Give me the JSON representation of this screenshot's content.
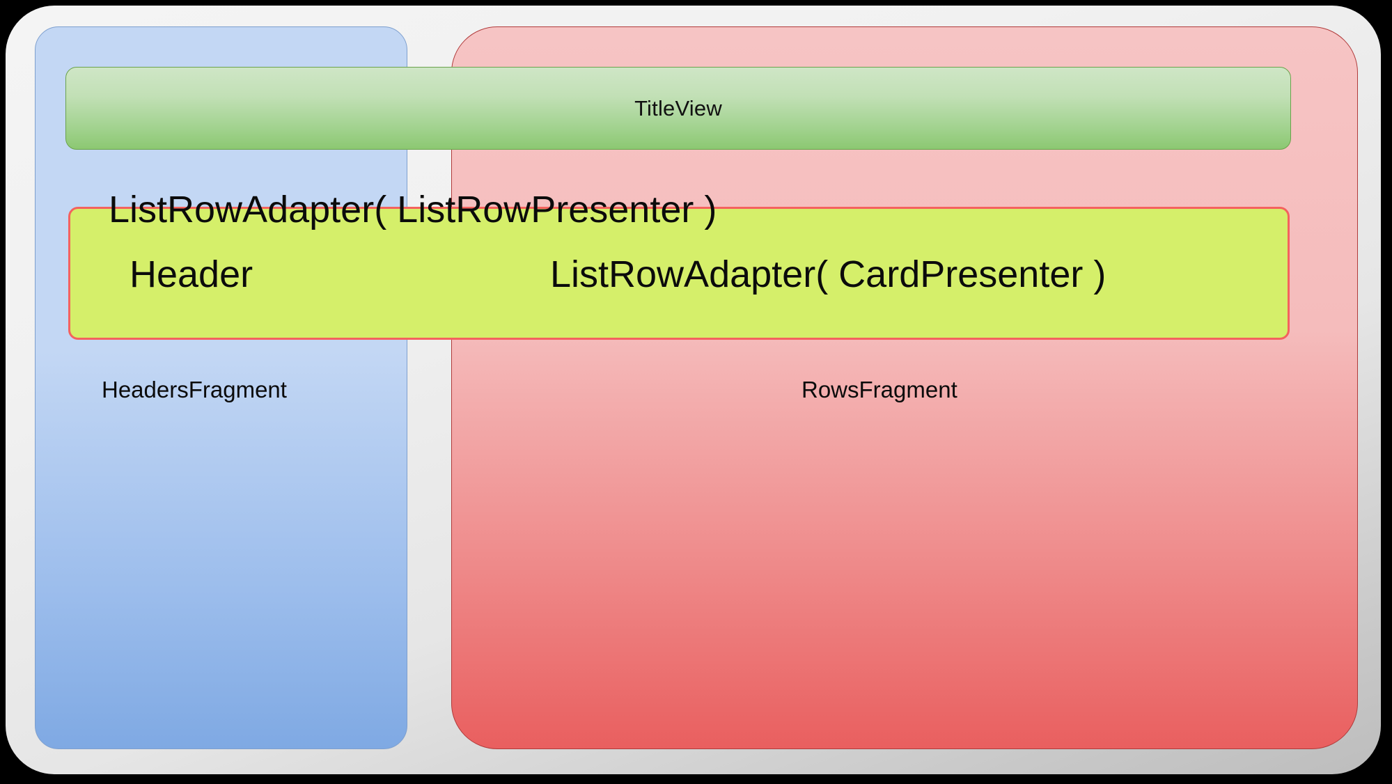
{
  "diagram": {
    "title": "Android Leanback BrowseFragment structure",
    "outer_container": {
      "name": "BrowseFragment container",
      "color": "#e9e9e9"
    },
    "panels": [
      {
        "id": "headers-fragment",
        "label": "HeadersFragment",
        "color": "#a8c4ec",
        "border_color": "#7d9fce"
      },
      {
        "id": "rows-fragment",
        "label": "RowsFragment",
        "color": "#f09a9a",
        "border_color": "#b03a3a"
      }
    ],
    "title_view": {
      "label": "TitleView",
      "color": "#a5d493",
      "border_color": "#6aa24b"
    },
    "list_row_box": {
      "color": "#d5ef6a",
      "border_color": "#f4625e"
    },
    "captions": {
      "list_row_adapter_list_row_presenter": "ListRowAdapter( ListRowPresenter )",
      "header": "Header",
      "list_row_adapter_card_presenter": "ListRowAdapter( CardPresenter )"
    }
  }
}
